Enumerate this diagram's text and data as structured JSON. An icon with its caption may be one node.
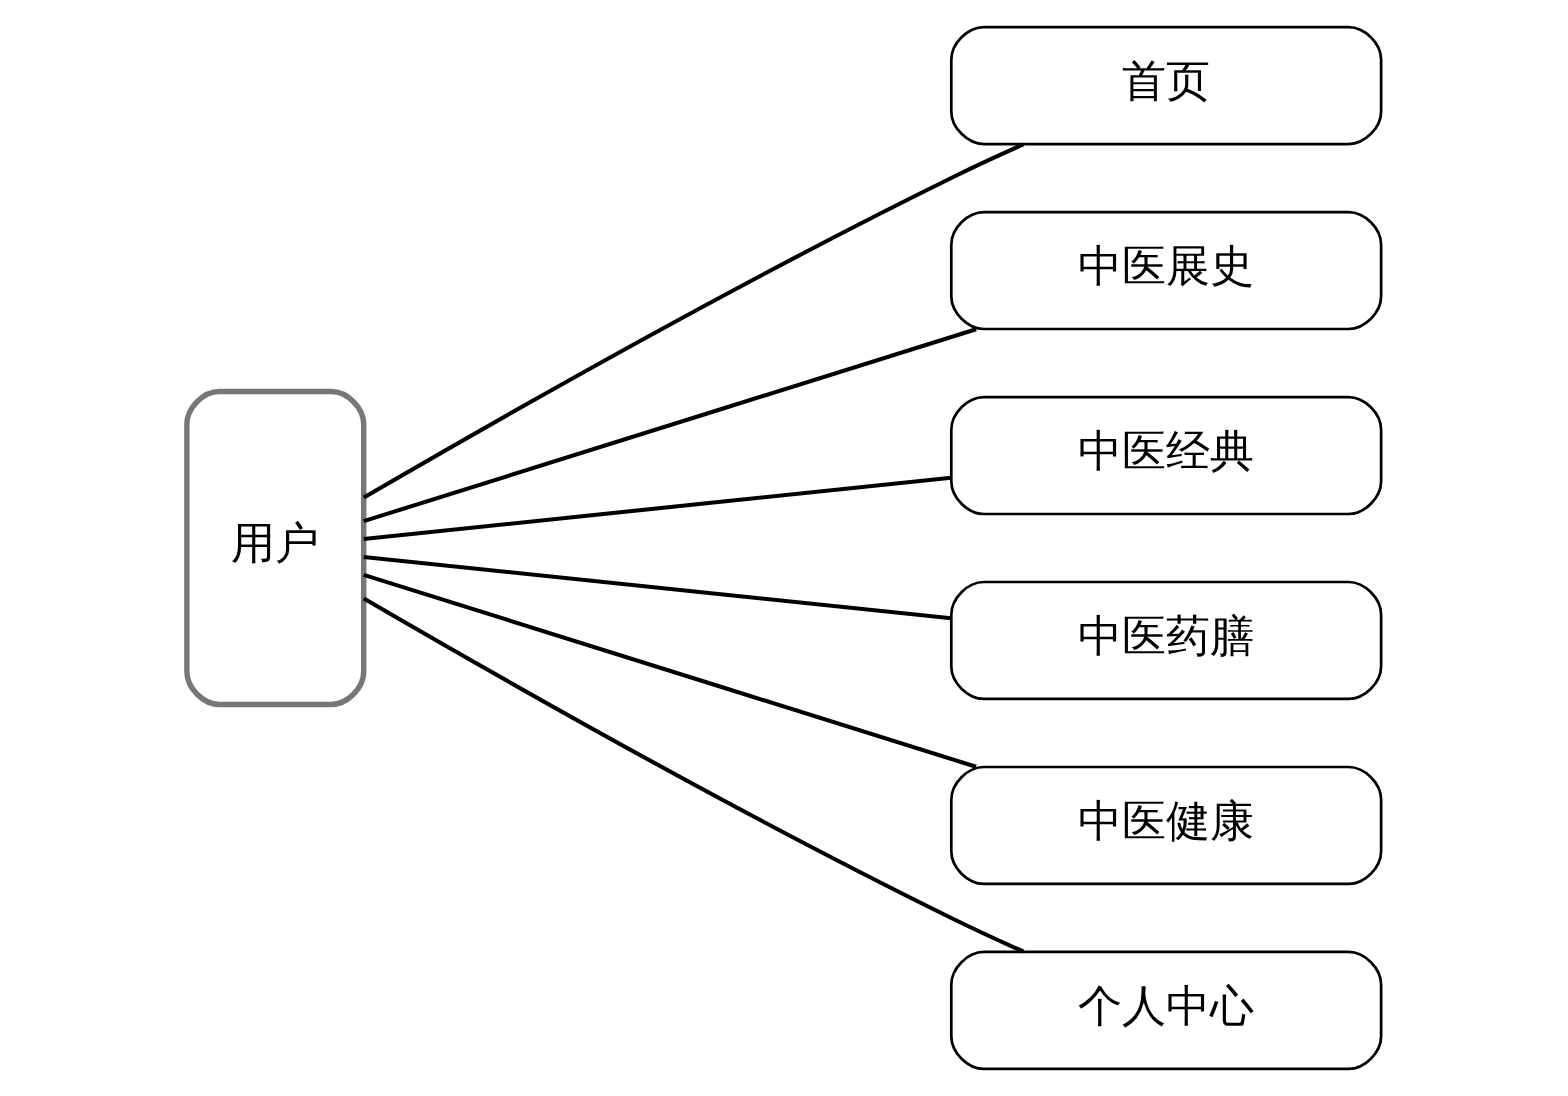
{
  "diagram": {
    "nodes": [
      {
        "text": [
          "用户"
        ]
      },
      {
        "text": [
          "首页"
        ]
      },
      {
        "text": [
          "中医展史"
        ]
      },
      {
        "text": [
          "中医经典"
        ]
      },
      {
        "text": [
          "中医药膳"
        ]
      },
      {
        "text": [
          "中医健康"
        ]
      },
      {
        "text": [
          "个人中心"
        ]
      }
    ],
    "edges": [
      {
        "from": 0,
        "to": 1,
        "arrow": "none"
      },
      {
        "from": 0,
        "to": 2,
        "arrow": "none"
      },
      {
        "from": 0,
        "to": 3,
        "arrow": "none"
      },
      {
        "from": 0,
        "to": 4,
        "arrow": "none"
      },
      {
        "from": 0,
        "to": 5,
        "arrow": "none"
      },
      {
        "from": 0,
        "to": 6,
        "arrow": "none"
      }
    ]
  }
}
